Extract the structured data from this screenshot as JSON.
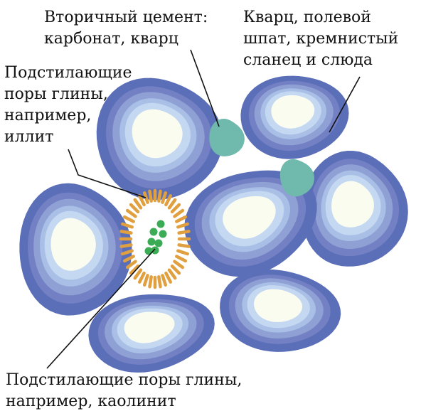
{
  "labels": {
    "secondary_cement": [
      "Вторичный цемент:",
      "карбонат, кварц"
    ],
    "framework_grains": [
      "Кварц, полевой",
      "шпат, кремнистый",
      "сланец и слюда"
    ],
    "pore_lining_illite": [
      "Подстилающие",
      "поры глины,",
      "например,",
      "иллит"
    ],
    "pore_lining_kaolinite": [
      "Подстилающие поры глины,",
      "например, каолинит"
    ]
  },
  "colors": {
    "grain_rim": "#5b6fb8",
    "grain_band_2": "#7480c4",
    "grain_band_3": "#8ea0d4",
    "grain_band_4": "#a9bfe6",
    "grain_band_5": "#c4d8f2",
    "grain_core": "#fafcf0",
    "cement": "#6fb9ad",
    "illite_fibers": "#e0a040",
    "kaolinite_dots": "#3cab55",
    "leader_lines": "#111111"
  }
}
